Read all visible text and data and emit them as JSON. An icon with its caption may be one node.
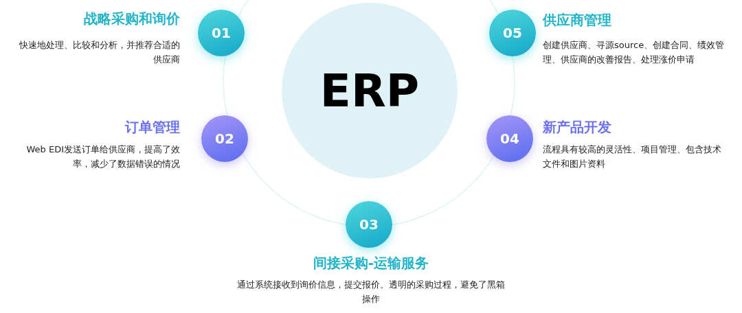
{
  "diagram": {
    "nodes": [
      {
        "text": [
          "ERP"
        ]
      },
      {
        "text": [
          "01",
          "战略采购和询价",
          "快速地处理、比较和分析，并推荐合适的供应商"
        ]
      },
      {
        "text": [
          "02",
          "订单管理",
          "Web EDI发送订单给供应商，提高了效率，减少了数据错误的情况"
        ]
      },
      {
        "text": [
          "03",
          "间接采购-运输服务",
          "通过系统接收到询价信息，提交报价。透明的采购过程，避免了黑箱操作"
        ]
      },
      {
        "text": [
          "04",
          "新产品开发",
          "流程具有较高的灵活性、项目管理、包含技术文件和图片资料"
        ]
      },
      {
        "text": [
          "05",
          "供应商管理",
          "创建供应商、寻源source、创建合同、绩效管理、供应商的改善报告、处理涨价申请"
        ]
      }
    ]
  }
}
